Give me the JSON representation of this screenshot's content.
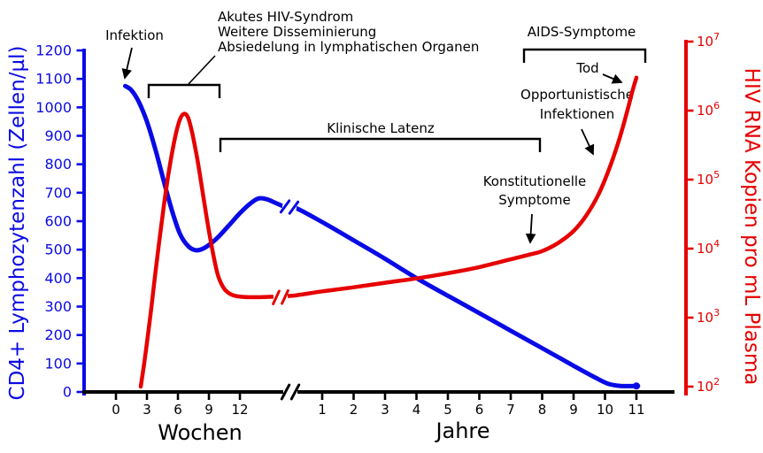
{
  "chart_data": {
    "type": "line",
    "title": "",
    "left_axis": {
      "label": "CD4+ Lymphozytenzahl (Zellen/µl)",
      "color": "#0a0ae6",
      "ticks": [
        0,
        100,
        200,
        300,
        400,
        500,
        600,
        700,
        800,
        900,
        1000,
        1100,
        1200
      ],
      "range": [
        0,
        1200
      ]
    },
    "right_axis": {
      "label": "HIV RNA Kopien pro mL Plasma",
      "color": "#e60000",
      "scale": "log",
      "tick_base": "10",
      "tick_exponents": [
        2,
        3,
        4,
        5,
        6,
        7
      ]
    },
    "x_axis": {
      "weeks": {
        "label": "Wochen",
        "ticks": [
          0,
          3,
          6,
          9,
          12
        ]
      },
      "years": {
        "label": "Jahre",
        "ticks": [
          1,
          2,
          3,
          4,
          5,
          6,
          7,
          8,
          9,
          10,
          11
        ]
      },
      "axis_break": true
    },
    "series": [
      {
        "name": "cd4-count",
        "axis": "left",
        "color": "#0a0ae6",
        "weeks_points": [
          [
            0.9,
            1075
          ],
          [
            1.5,
            1060
          ],
          [
            2.2,
            1020
          ],
          [
            3.0,
            950
          ],
          [
            3.8,
            855
          ],
          [
            4.6,
            745
          ],
          [
            5.4,
            640
          ],
          [
            6.2,
            555
          ],
          [
            7.0,
            512
          ],
          [
            7.7,
            498
          ],
          [
            8.4,
            503
          ],
          [
            9.2,
            522
          ],
          [
            10.0,
            548
          ],
          [
            11.0,
            588
          ],
          [
            12.0,
            628
          ],
          [
            13.0,
            662
          ],
          [
            13.8,
            680
          ],
          [
            14.6,
            677
          ],
          [
            15.4,
            665
          ],
          [
            16.4,
            650
          ]
        ],
        "years_points": [
          [
            0.15,
            647
          ],
          [
            1,
            597
          ],
          [
            2,
            533
          ],
          [
            3,
            468
          ],
          [
            4,
            400
          ],
          [
            5,
            338
          ],
          [
            6,
            277
          ],
          [
            7,
            215
          ],
          [
            8,
            154
          ],
          [
            9,
            92
          ],
          [
            9.7,
            50
          ],
          [
            10.1,
            29
          ],
          [
            10.5,
            21
          ],
          [
            11.05,
            21
          ]
        ]
      },
      {
        "name": "hiv-rna",
        "axis": "right",
        "color": "#e60000",
        "weeks_points": [
          [
            2.4,
            100
          ],
          [
            2.7,
            200
          ],
          [
            3.0,
            430
          ],
          [
            3.4,
            1300
          ],
          [
            3.8,
            4200
          ],
          [
            4.2,
            13000
          ],
          [
            4.6,
            38000
          ],
          [
            5.0,
            100000
          ],
          [
            5.4,
            230000
          ],
          [
            5.8,
            460000
          ],
          [
            6.2,
            750000
          ],
          [
            6.6,
            900000
          ],
          [
            7.0,
            780000
          ],
          [
            7.4,
            460000
          ],
          [
            7.9,
            190000
          ],
          [
            8.4,
            65000
          ],
          [
            8.9,
            22000
          ],
          [
            9.4,
            8500
          ],
          [
            9.9,
            4000
          ],
          [
            10.5,
            2600
          ],
          [
            11.2,
            2150
          ],
          [
            12.2,
            2000
          ],
          [
            13.5,
            1980
          ],
          [
            14.8,
            2000
          ],
          [
            16.4,
            2050
          ]
        ],
        "years_points": [
          [
            0.15,
            2100
          ],
          [
            1,
            2400
          ],
          [
            2,
            2750
          ],
          [
            3,
            3200
          ],
          [
            4,
            3700
          ],
          [
            5,
            4400
          ],
          [
            6,
            5400
          ],
          [
            7,
            7000
          ],
          [
            7.6,
            8200
          ],
          [
            8,
            9200
          ],
          [
            8.5,
            12000
          ],
          [
            9,
            18000
          ],
          [
            9.4,
            30000
          ],
          [
            9.8,
            62000
          ],
          [
            10.15,
            150000
          ],
          [
            10.45,
            380000
          ],
          [
            10.7,
            950000
          ],
          [
            10.87,
            1900000
          ],
          [
            11.0,
            3000000
          ]
        ]
      }
    ],
    "annotations": {
      "infektion": {
        "text": "Infektion"
      },
      "akutes_hiv_syndrom": {
        "lines": [
          "Akutes HIV-Syndrom",
          "Weitere Disseminierung",
          "Absiedelung in lymphatischen Organen"
        ]
      },
      "klinische_latenz": {
        "text": "Klinische Latenz"
      },
      "aids_symptome": {
        "text": "AIDS-Symptome"
      },
      "tod": {
        "text": "Tod"
      },
      "opportunistische_infektionen": {
        "lines": [
          "Opportunistische",
          "Infektionen"
        ]
      },
      "konstitutionelle_symptome": {
        "lines": [
          "Konstitutionelle",
          "Symptome"
        ]
      }
    }
  }
}
